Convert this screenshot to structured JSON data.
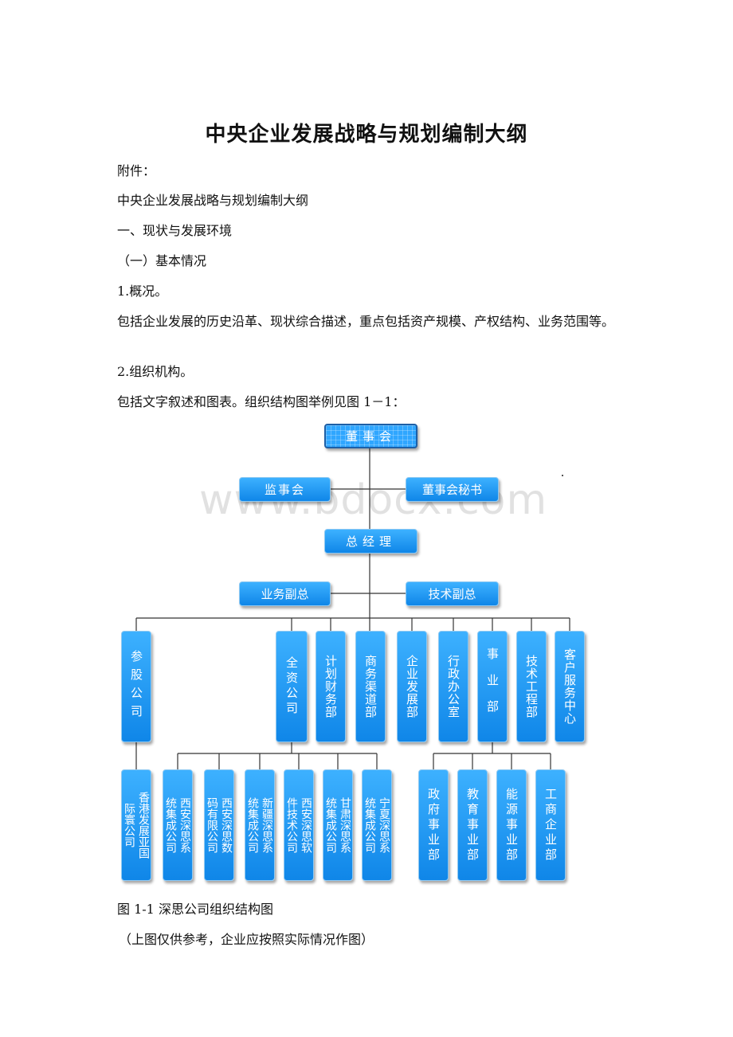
{
  "title": "中央企业发展战略与规划编制大纲",
  "paragraphs": {
    "p1": "附件：",
    "p2": "中央企业发展战略与规划编制大纲",
    "p3": "一、现状与发展环境",
    "p4": "（一）基本情况",
    "p5": "1.概况。",
    "p6": "包括企业发展的历史沿革、现状综合描述，重点包括资产规模、产权结构、业务范围等。",
    "p7": "2.组织机构。",
    "p8": "包括文字叙述和图表。组织结构图举例见图 1－1："
  },
  "watermark": "www.bdocx.com",
  "org_chart": {
    "board": "董事会",
    "supervisors": "监事会",
    "secretary": "董事会秘书",
    "gm": "总经理",
    "biz_vp": "业务副总",
    "tech_vp": "技术副总",
    "dept_equity": "参股公司",
    "dept_wholly": "全资公司",
    "dept_plan": "计划财务部",
    "dept_channel": "商务渠道部",
    "dept_dev": "企业发展部",
    "dept_admin": "行政办公室",
    "dept_biz": "事业部",
    "dept_tech": "技术工程部",
    "dept_service": "客户服务中心",
    "sub_hk": [
      "香港发展亚国",
      "际寰公司"
    ],
    "sub_xian": [
      "西安深思系",
      "统集成公司"
    ],
    "sub_xian2": [
      "西安深思数",
      "码有限公司"
    ],
    "sub_xj": [
      "新疆深思系",
      "统集成公司"
    ],
    "sub_xa3": [
      "西安深思软",
      "件技术公司"
    ],
    "sub_gs": [
      "甘肃深思系",
      "统集成公司"
    ],
    "sub_nx": [
      "宁夏深思系",
      "统集成公司"
    ],
    "bu_gov": "政府事业部",
    "bu_edu": "教育事业部",
    "bu_energy": "能源事业部",
    "bu_ind": "工商企业部"
  },
  "caption": "图 1-1 深思公司组织结构图",
  "note": "（上图仅供参考，企业应按照实际情况作图）"
}
